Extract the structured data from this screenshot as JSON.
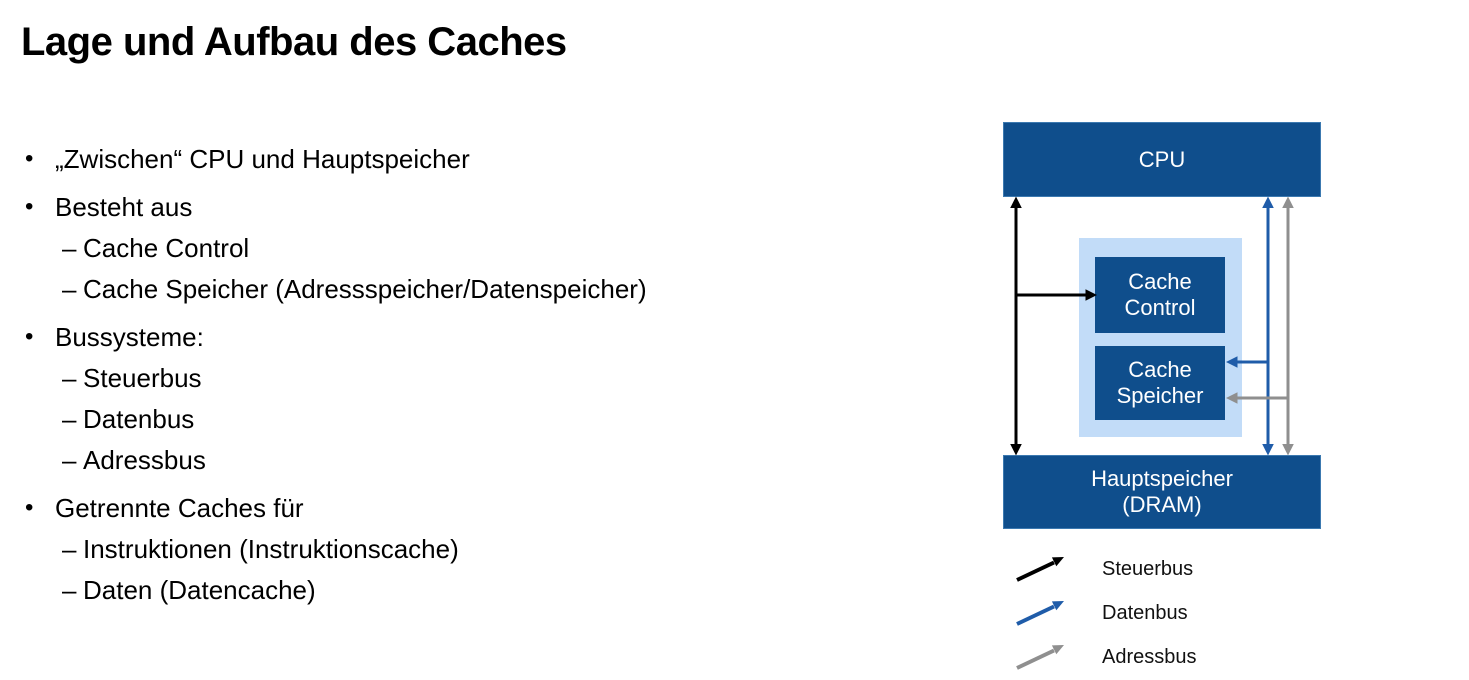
{
  "slide": {
    "title": "Lage und Aufbau des Caches"
  },
  "bullets": [
    {
      "level": 1,
      "text": "„Zwischen“ CPU und Hauptspeicher"
    },
    {
      "level": 1,
      "text": "Besteht aus"
    },
    {
      "level": 2,
      "text": "Cache Control"
    },
    {
      "level": 2,
      "text": "Cache Speicher (Adressspeicher/Datenspeicher)"
    },
    {
      "level": 1,
      "text": "Bussysteme:"
    },
    {
      "level": 2,
      "text": "Steuerbus"
    },
    {
      "level": 2,
      "text": "Datenbus"
    },
    {
      "level": 2,
      "text": "Adressbus"
    },
    {
      "level": 1,
      "text": "Getrennte Caches für"
    },
    {
      "level": 2,
      "text": "Instruktionen (Instruktionscache)"
    },
    {
      "level": 2,
      "text": "Daten (Datencache)"
    }
  ],
  "diagram": {
    "cpu_label": "CPU",
    "cache_control_label": "Cache\nControl",
    "cache_speicher_label": "Cache\nSpeicher",
    "hauptspeicher_label": "Hauptspeicher\n(DRAM)"
  },
  "legend": {
    "items": [
      {
        "label": "Steuerbus",
        "color": "#000000"
      },
      {
        "label": "Datenbus",
        "color": "#1F5CA9"
      },
      {
        "label": "Adressbus",
        "color": "#8F8F8F"
      }
    ]
  },
  "colors": {
    "box_blue": "#0F4E8C",
    "box_border": "#3C79B0",
    "light_blue": "#C2DCF8",
    "steuerbus": "#000000",
    "datenbus": "#1F5CA9",
    "adressbus": "#8F8F8F"
  }
}
